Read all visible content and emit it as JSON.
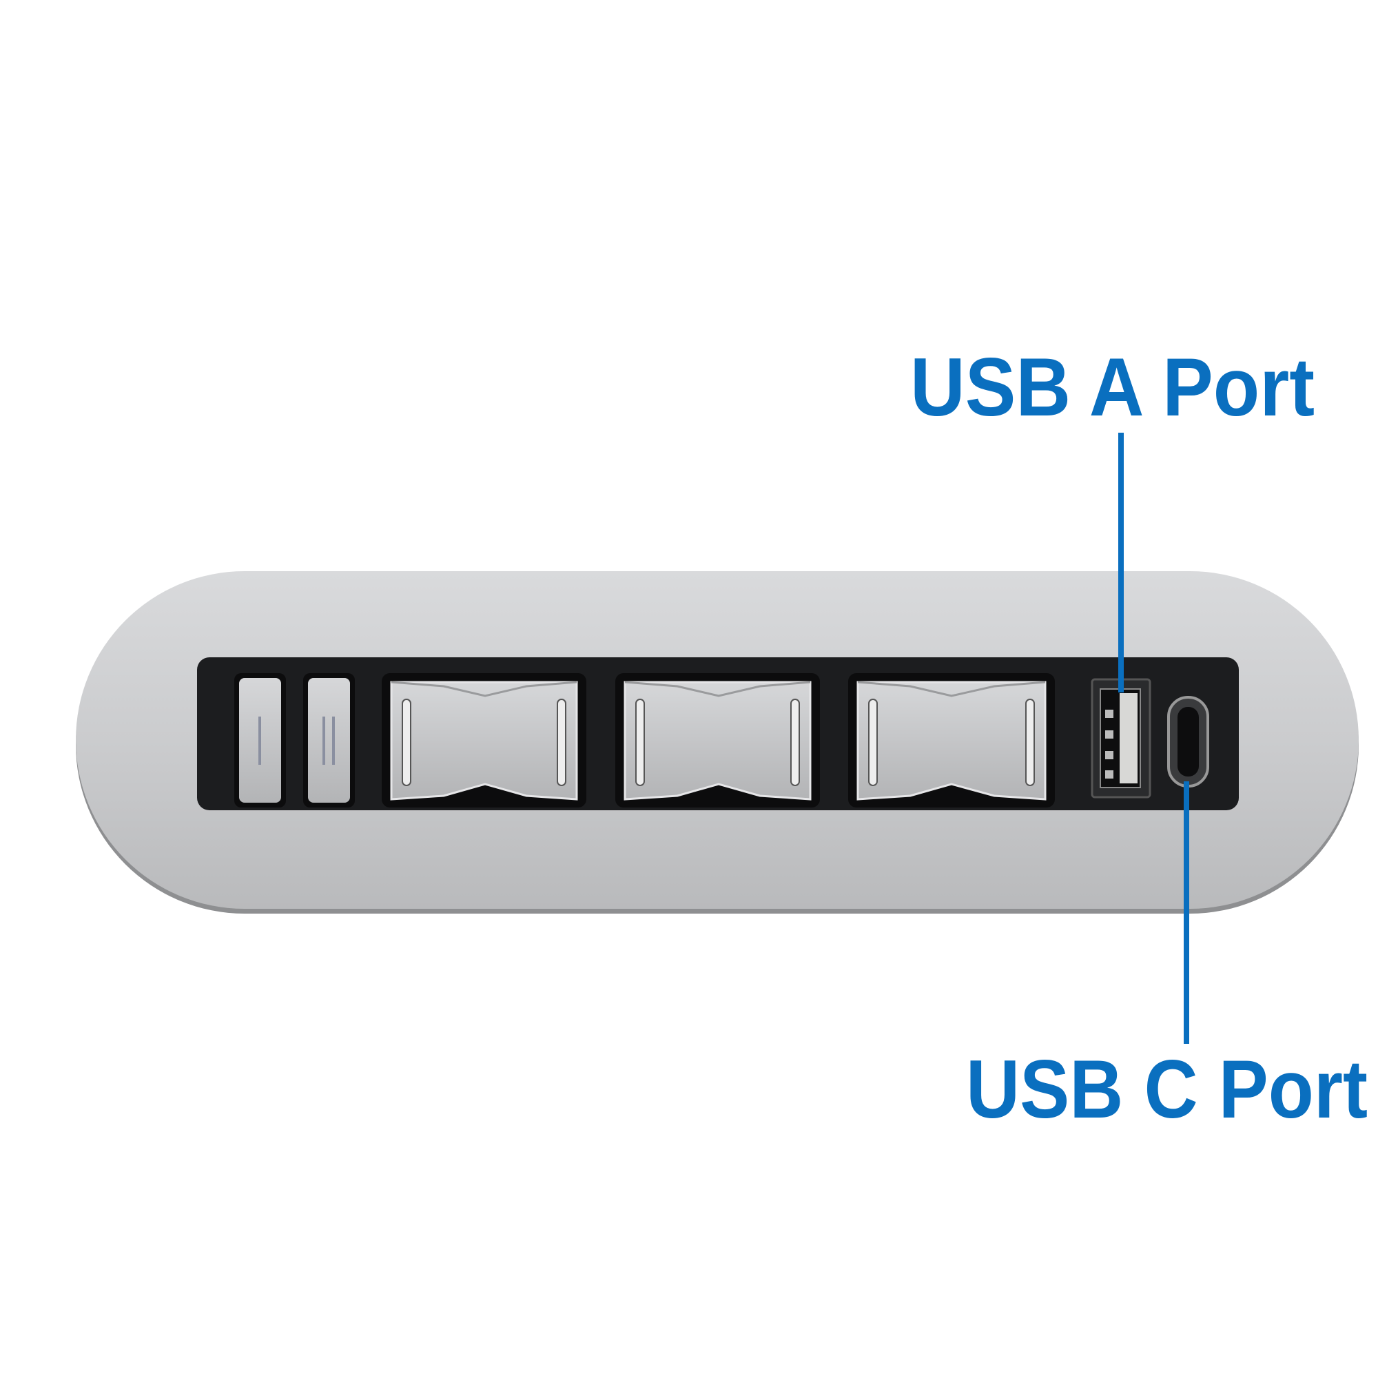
{
  "labels": {
    "usb_a": "USB A Port",
    "usb_c": "USB C Port"
  },
  "colors": {
    "accent": "#0a6fbf",
    "housing": "#c9cacc",
    "recess": "#1c1d1f",
    "button": "#c4c5c7"
  },
  "device": {
    "switches": [
      "switch-1",
      "switch-2"
    ],
    "rockers": [
      "rocker-1",
      "rocker-2",
      "rocker-3"
    ]
  }
}
